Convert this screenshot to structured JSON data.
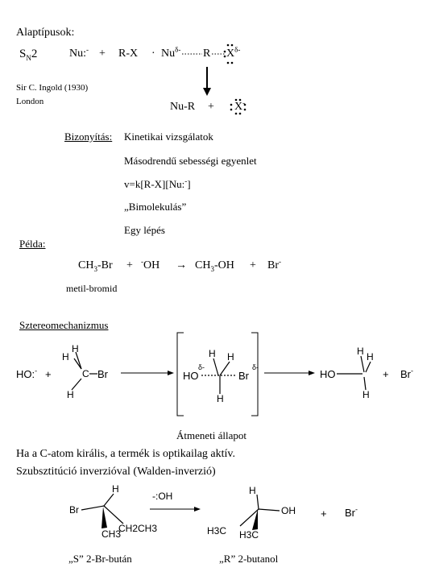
{
  "header": {
    "title": "Alaptípusok:",
    "sn2": "S",
    "sn2_sub": "N",
    "sn2_num": "2",
    "reaction_nu": "Nu:",
    "reaction_nu_sup": "-",
    "plus1": "+",
    "rx": "R-X",
    "dot": "·",
    "ts_nu": "Nu",
    "ts_nu_sup": "δ-",
    "ts_r": "R",
    "ts_x": "X",
    "ts_x_sup": "δ-",
    "product": "Nu-R",
    "plus2": "+",
    "product_x": "X",
    "product_x_sup": "-",
    "author": "Sir C. Ingold (1930)",
    "city": "London"
  },
  "proof": {
    "label": "Bizonyítás:",
    "line1": "Kinetikai vizsgálatok",
    "line2": "Másodrendű sebességi egyenlet",
    "line3": "v=k[R-X][Nu:",
    "line3_sup": "-",
    "line3_end": "]",
    "line4": "„Bimolekulás”",
    "line5": "Egy lépés"
  },
  "example": {
    "label": "Példa:",
    "ch3": "CH",
    "ch3_sub": "3",
    "br": "-Br",
    "plus": "+",
    "oh_sup": "-",
    "oh": "OH",
    "arrow": "→",
    "prod_ch": "CH",
    "prod_sub": "3",
    "prod_oh": "-OH",
    "plus2": "+",
    "brm": "Br",
    "brm_sup": "-",
    "name": "metil-bromid"
  },
  "stereo": {
    "label": "Sztereomechanizmus",
    "ho": "HO:",
    "ho_sup": "-",
    "plus": "+",
    "h": "H",
    "c": "C",
    "br": "Br",
    "ts_ho": "HO",
    "delta": "δ-",
    "prod_ho": "HO",
    "plus2": "+",
    "prod_br": "Br",
    "prod_br_sup": "-",
    "ts_caption": "Átmeneti állapot"
  },
  "notes": {
    "line1": "Ha a  C-atom királis, a termék is optikailag aktív.",
    "line2": "Szubsztitúció inverzióval (Walden-inverzió)"
  },
  "walden": {
    "br": "Br",
    "h": "H",
    "ch2ch3": "CH2CH3",
    "ch3": "CH3",
    "reagent": "-:OH",
    "h3c_1": "H3C",
    "h3c_2": "H3C",
    "oh": "OH",
    "plus": "+",
    "brm": "Br",
    "brm_sup": "-",
    "left_name": "„S” 2-Br-bután",
    "right_name": "„R” 2-butanol"
  }
}
